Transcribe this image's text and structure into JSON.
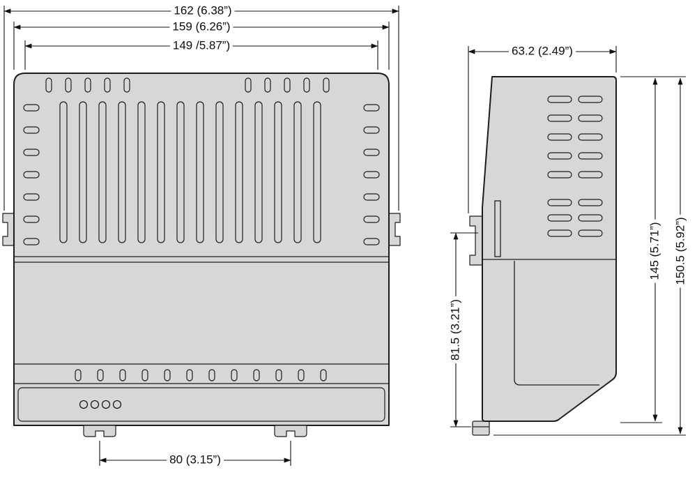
{
  "colors": {
    "bg": "#ffffff",
    "line": "#1c1c1c",
    "dim": "#111111",
    "fill": "#d7d7d7"
  },
  "front_view": {
    "dims": {
      "overall_width": "162 (6.38”)",
      "body_width": "159 (6.26”)",
      "top_width": "149 /5.87”)",
      "foot_spacing": "80 (3.15”)"
    }
  },
  "side_view": {
    "dims": {
      "depth": "63.2 (2.49”)",
      "rail_to_bottom": "81.5 (3.21”)",
      "body_height": "145 (5.71”)",
      "overall_height": "150.5 (5.92”)"
    }
  }
}
